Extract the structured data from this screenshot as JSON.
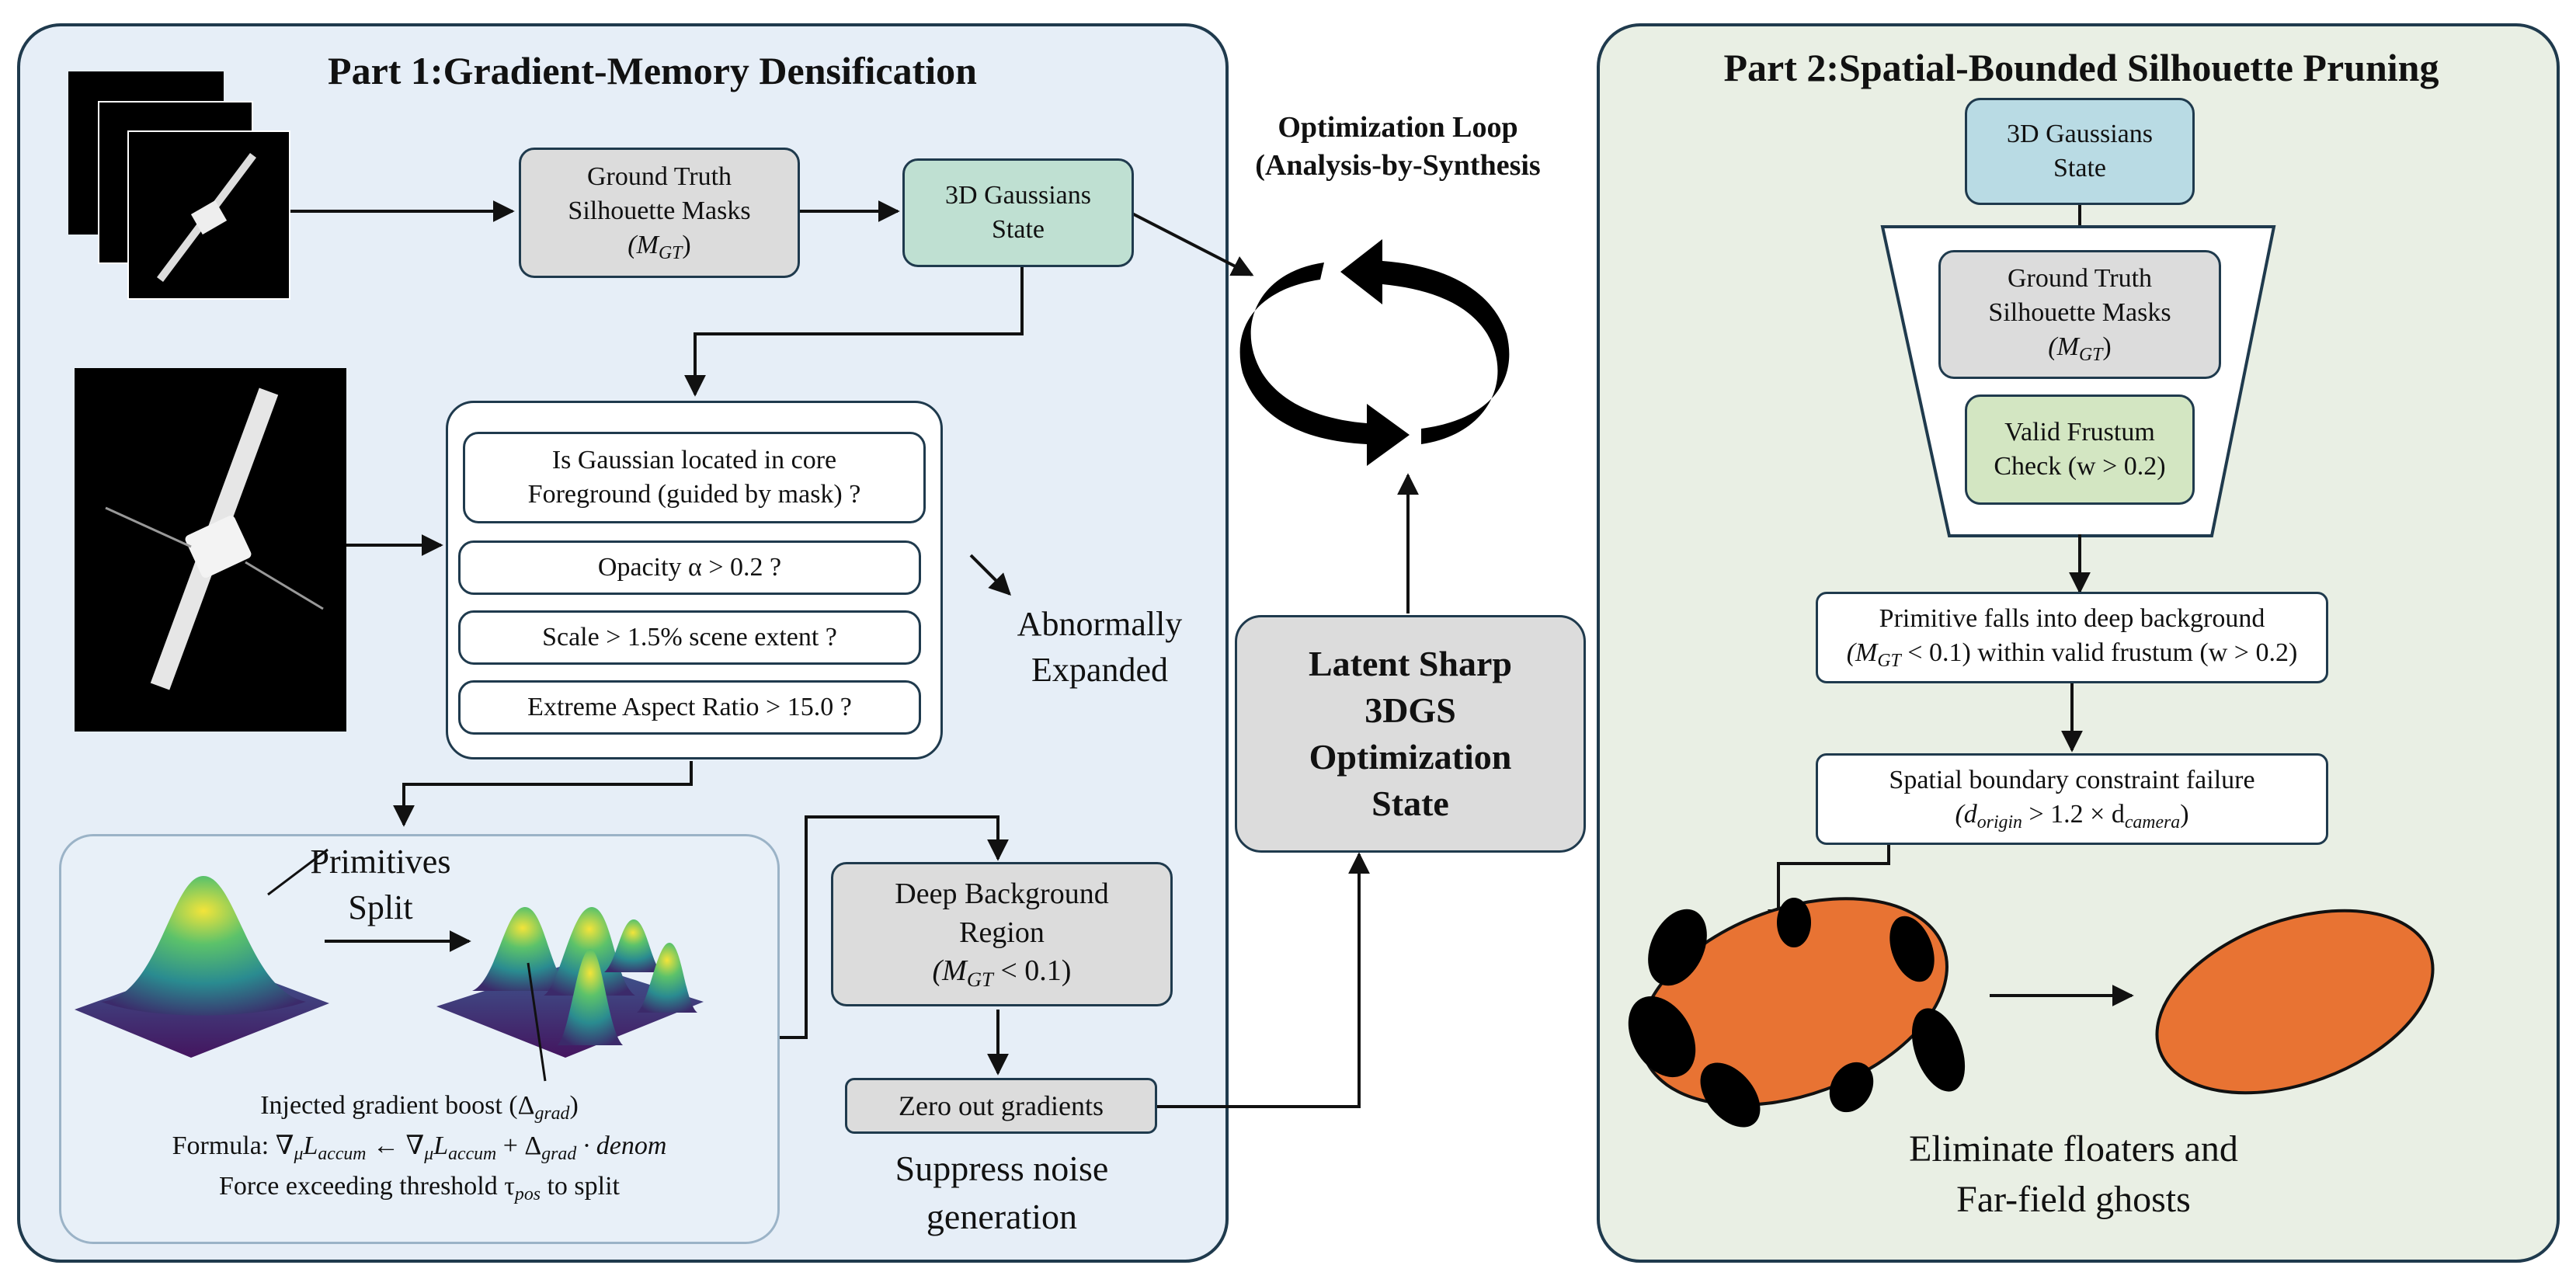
{
  "part1": {
    "title": "Part 1:Gradient-Memory Densification",
    "gt_masks": {
      "line1": "Ground Truth",
      "line2": "Silhouette Masks",
      "line3": "(M",
      "line3_sub": "GT",
      "line3_end": ")"
    },
    "gaussians_state": {
      "line1": "3D Gaussians",
      "line2": "State"
    },
    "checks": [
      {
        "line1": "Is Gaussian located in core",
        "line2": "Foreground (guided by mask) ?"
      },
      {
        "line1": "Opacity α > 0.2 ?"
      },
      {
        "line1": "Scale > 1.5% scene extent ?"
      },
      {
        "line1": "Extreme Aspect Ratio > 15.0 ?"
      }
    ],
    "abnormal_label": {
      "line1": "Abnormally",
      "line2": "Expanded"
    },
    "primitives_label": {
      "line1": "Primitives",
      "line2": "Split"
    },
    "injected": "Injected gradient boost (Δ",
    "injected_sub": "grad",
    "injected_end": ")",
    "formula_prefix": "Formula: ∇",
    "formula_mid": "L",
    "formula_rest": " ← ∇",
    "formula_rest2": " + Δ",
    "formula_tail": " · denom",
    "sub_mu": "μ",
    "sub_accum": "accum",
    "force": "Force exceeding threshold τ",
    "force_sub": "pos",
    "force_end": " to split",
    "deep_bg": {
      "line1": "Deep Background",
      "line2": "Region",
      "line3": "(M",
      "line3_sub": "GT",
      "line3_end": " < 0.1)"
    },
    "zero_out": "Zero out gradients",
    "suppress": {
      "line1": "Suppress noise",
      "line2": "generation"
    }
  },
  "middle": {
    "loop_title": {
      "line1": "Optimization Loop",
      "line2": "(Analysis-by-Synthesis"
    },
    "latent": {
      "line1": "Latent Sharp",
      "line2": "3DGS",
      "line3": "Optimization",
      "line4": "State"
    }
  },
  "part2": {
    "title": "Part 2:Spatial-Bounded Silhouette Pruning",
    "gaussians_state": {
      "line1": "3D Gaussians",
      "line2": "State"
    },
    "gt_masks": {
      "line1": "Ground Truth",
      "line2": "Silhouette Masks",
      "line3": "(M",
      "line3_sub": "GT",
      "line3_end": ")"
    },
    "frustum": {
      "line1": "Valid Frustum",
      "line2": "Check (w > 0.2)"
    },
    "primitive_falls": {
      "line1": "Primitive falls into deep background",
      "line2a": "(M",
      "line2_sub": "GT",
      "line2b": " < 0.1) within valid frustum (w > 0.2)"
    },
    "spatial": {
      "line1": "Spatial boundary constraint failure",
      "line2a": "(d",
      "line2_sub1": "origin",
      "line2b": " > 1.2 × d",
      "line2_sub2": "camera",
      "line2c": ")"
    },
    "eliminate": {
      "line1": "Eliminate floaters and",
      "line2": "Far-field ghosts"
    }
  },
  "colors": {
    "border": "#1f3a4d",
    "orange": "#e87333",
    "panel1": "#e6eef7",
    "panel2": "#e9efe4"
  }
}
